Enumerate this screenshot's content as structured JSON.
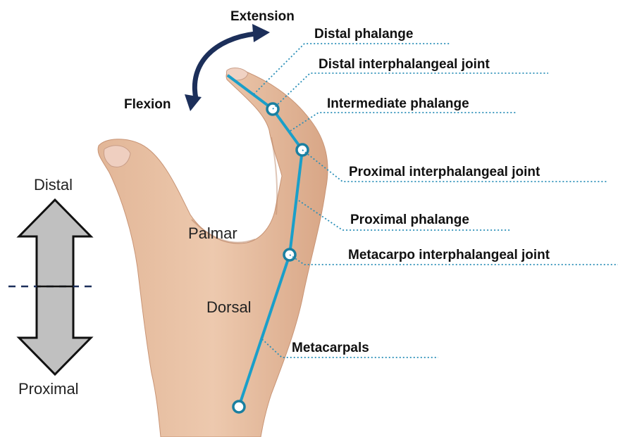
{
  "motion": {
    "extension": "Extension",
    "flexion": "Flexion"
  },
  "directions": {
    "distal": "Distal",
    "proximal": "Proximal"
  },
  "regions": {
    "palmar": "Palmar",
    "dorsal": "Dorsal"
  },
  "labels": {
    "distal_phalange": "Distal phalange",
    "distal_ip_joint": "Distal interphalangeal joint",
    "intermediate_phalange": "Intermediate phalange",
    "proximal_ip_joint": "Proximal interphalangeal joint",
    "proximal_phalange": "Proximal phalange",
    "metacarpo_ip_joint": "Metacarpo interphalangeal joint",
    "metacarpals": "Metacarpals"
  },
  "colors": {
    "bone_line": "#1a9fc9",
    "leader": "#2a8fb8",
    "arrow_dark": "#1c2f5a",
    "skin": "#e8c2a4",
    "skin_shade": "#d9a887",
    "double_arrow_fill": "#c0c0c0"
  }
}
